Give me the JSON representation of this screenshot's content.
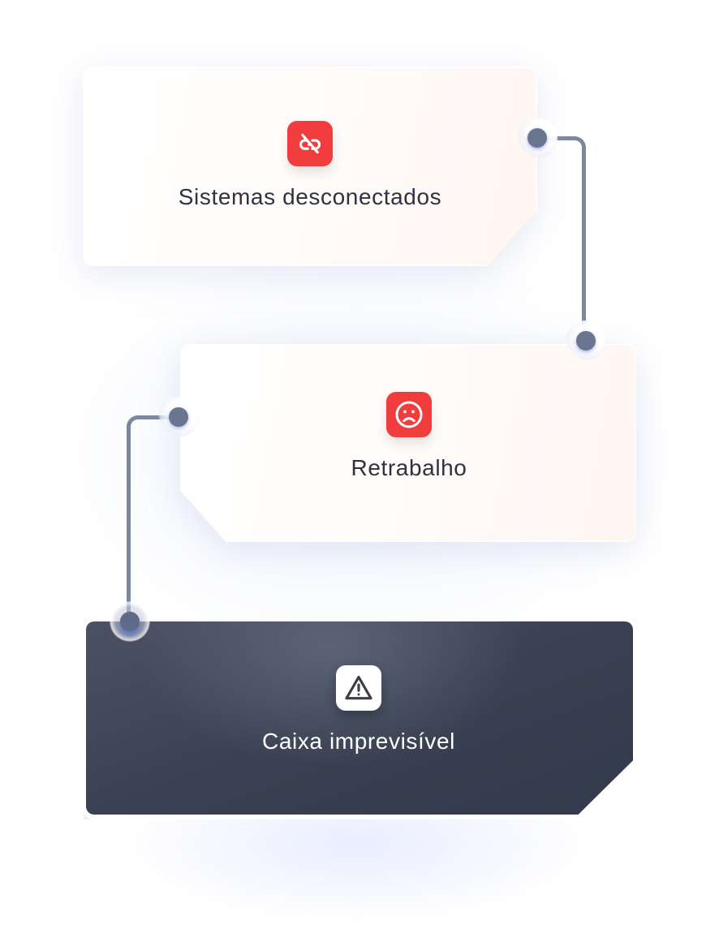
{
  "diagram": {
    "type": "problem-flow",
    "cards": [
      {
        "title": "Sistemas desconectados",
        "icon": "unlink-icon",
        "icon_bg": "#f23d3f",
        "theme": "light"
      },
      {
        "title": "Retrabalho",
        "icon": "sad-face-icon",
        "icon_bg": "#f23d3f",
        "theme": "light"
      },
      {
        "title": "Caixa imprevisível",
        "icon": "warning-triangle-icon",
        "icon_bg": "#ffffff",
        "theme": "dark"
      }
    ],
    "connectors": [
      {
        "from": "Sistemas desconectados",
        "to": "Retrabalho"
      },
      {
        "from": "Retrabalho",
        "to": "Caixa imprevisível"
      }
    ],
    "colors": {
      "connector": "#7d889f",
      "node_dot": "#6a7590",
      "dark_card": "#3a4152",
      "text_dark": "#2f3240",
      "accent_red": "#f23d3f"
    }
  }
}
